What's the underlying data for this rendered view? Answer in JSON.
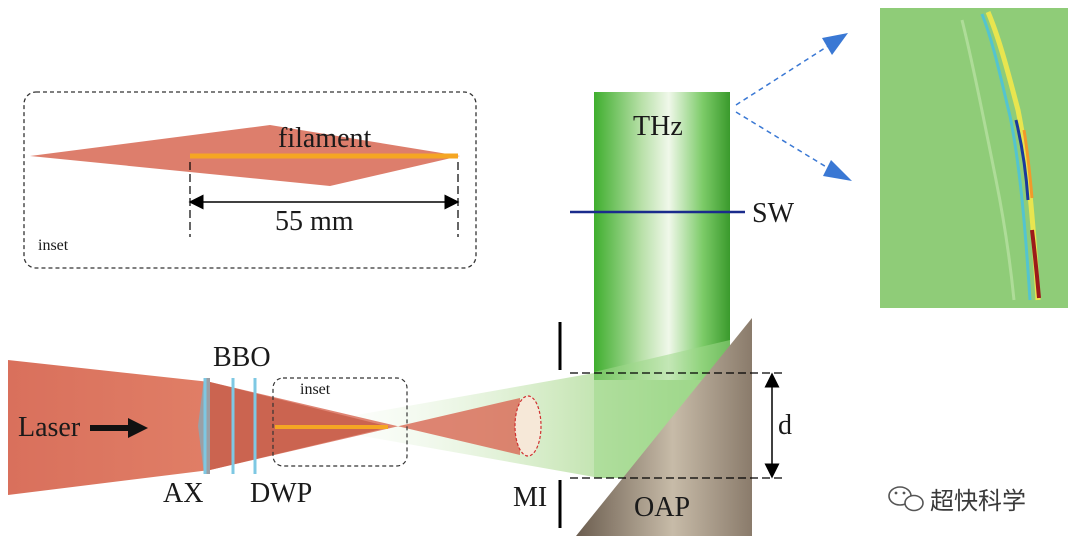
{
  "labels": {
    "filament": "filament",
    "length": "55 mm",
    "inset_top": "inset",
    "inset_main": "inset",
    "laser": "Laser",
    "bbo": "BBO",
    "ax": "AX",
    "dwp": "DWP",
    "mi": "MI",
    "thz": "THz",
    "sw": "SW",
    "oap": "OAP",
    "d": "d",
    "watermark": "超快科学"
  },
  "colors": {
    "laser": "#d9705c",
    "filament": "#f5a623",
    "thz_green": "#49b83a",
    "sw_line": "#1a2b8c",
    "oap": "#8a7b6b",
    "lens": "#7ec8e3",
    "arrow_blue": "#3a78d4",
    "image_bg": "#8fcc78"
  },
  "icons": {
    "laser_arrow": "right-arrow-icon",
    "watermark": "wechat-icon"
  }
}
